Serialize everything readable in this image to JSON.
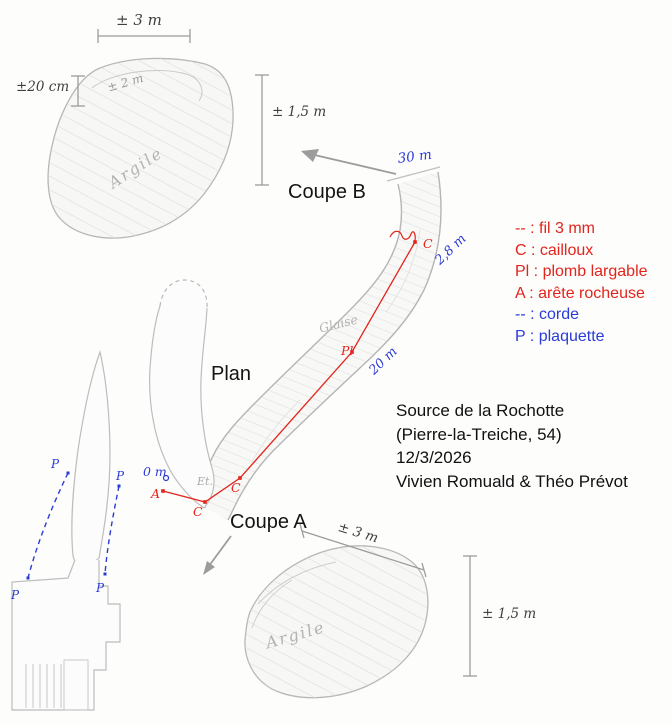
{
  "colors": {
    "red": "#e3241c",
    "blue": "#2b3bd6",
    "pencil": "#b7b7b7",
    "ink": "#3f3f3f"
  },
  "sections": {
    "coupe_b_label": "Coupe B",
    "plan_label": "Plan",
    "coupe_a_label": "Coupe A"
  },
  "coupe_b": {
    "dim_top": "± 3 m",
    "dim_left": "±20 cm",
    "dim_inner": "± 2 m",
    "dim_right": "± 1,5 m",
    "argile": "Argile"
  },
  "plan": {
    "dist_top": "30 m",
    "dist_upper": "2,8 m",
    "dist_lower": "20 m",
    "glaise": "Glaise",
    "origin": "0 m",
    "et": "Et.",
    "station_c_top": "C",
    "station_pl": "Pl",
    "station_c_mid": "C",
    "station_c_low": "C",
    "station_a": "A",
    "p1": "P",
    "p2": "P",
    "p3": "P",
    "p4": "P"
  },
  "coupe_a": {
    "dim_diag": "± 3 m",
    "dim_right": "± 1,5 m",
    "argile": "Argile"
  },
  "legend": {
    "items": [
      {
        "text": "-- : fil 3 mm",
        "color": "red"
      },
      {
        "text": "C : cailloux",
        "color": "red"
      },
      {
        "text": "Pl : plomb largable",
        "color": "red"
      },
      {
        "text": "A : arête rocheuse",
        "color": "red"
      },
      {
        "text": "-- : corde",
        "color": "blue"
      },
      {
        "text": "P : plaquette",
        "color": "blue"
      }
    ]
  },
  "info": {
    "lines": [
      "Source de la Rochotte",
      "(Pierre-la-Treiche, 54)",
      "12/3/2026",
      "Vivien Romuald & Théo Prévot"
    ]
  }
}
